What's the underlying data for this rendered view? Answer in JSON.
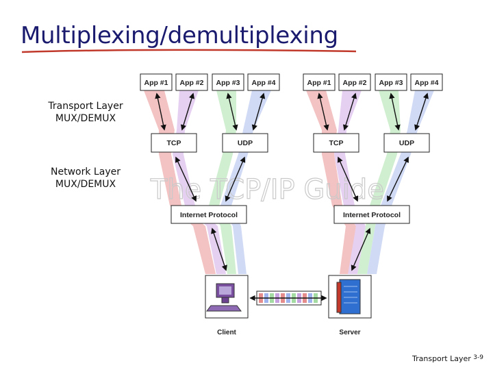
{
  "title": "Multiplexing/demultiplexing",
  "labels": {
    "transport_1": "Transport Layer",
    "transport_2": "MUX/DEMUX",
    "network_1": "Network Layer",
    "network_2": "MUX/DEMUX"
  },
  "apps": [
    "App #1",
    "App #2",
    "App #3",
    "App #4"
  ],
  "protocols": {
    "tcp": "TCP",
    "udp": "UDP",
    "ip": "Internet Protocol"
  },
  "hosts": {
    "client": "Client",
    "server": "Server"
  },
  "watermark": "The TCP/IP Guide",
  "footer": {
    "text": "Transport Layer",
    "page": "3-9"
  },
  "colors": {
    "title": "#1a1a6e",
    "underline": "#c0392b",
    "band_red": "#f2b8b8",
    "band_green": "#c8ecc8",
    "band_blue": "#c8d4f4",
    "band_purple": "#e2c8f0"
  }
}
